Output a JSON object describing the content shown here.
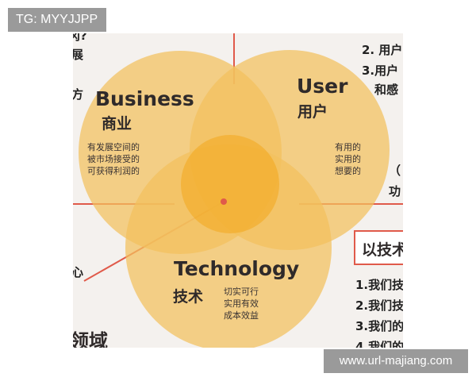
{
  "watermark_top": "TG: MYYJJPP",
  "watermark_bottom": "www.url-majiang.com",
  "colors": {
    "circle_fill": "#f3c15d",
    "overlap_center": "#f2a81b",
    "background": "#f4f1ee",
    "line": "#e05a4a",
    "text_dark": "#2f2a2a"
  },
  "business": {
    "title_en": "Business",
    "title_zh": "商业",
    "desc": [
      "有发展空间的",
      "被市场接受的",
      "可获得利润的"
    ]
  },
  "user": {
    "title_en": "User",
    "title_zh": "用户",
    "desc": [
      "有用的",
      "实用的",
      "想要的"
    ]
  },
  "technology": {
    "title_en": "Technology",
    "title_zh": "技术",
    "desc": [
      "切实可行",
      "实用有效",
      "成本效益"
    ]
  },
  "left_fragments": [
    "冈?",
    "展",
    "方",
    "心"
  ],
  "bottom_left_fragment": "领域",
  "right_top_items": [
    "2. 用户",
    "3.用户",
    "和感"
  ],
  "right_mid_fragments": [
    "（",
    "功"
  ],
  "right_heading": "以技术",
  "right_list": [
    "1.我们技",
    "2.我们技",
    "3.我们的",
    "4.我们的"
  ]
}
